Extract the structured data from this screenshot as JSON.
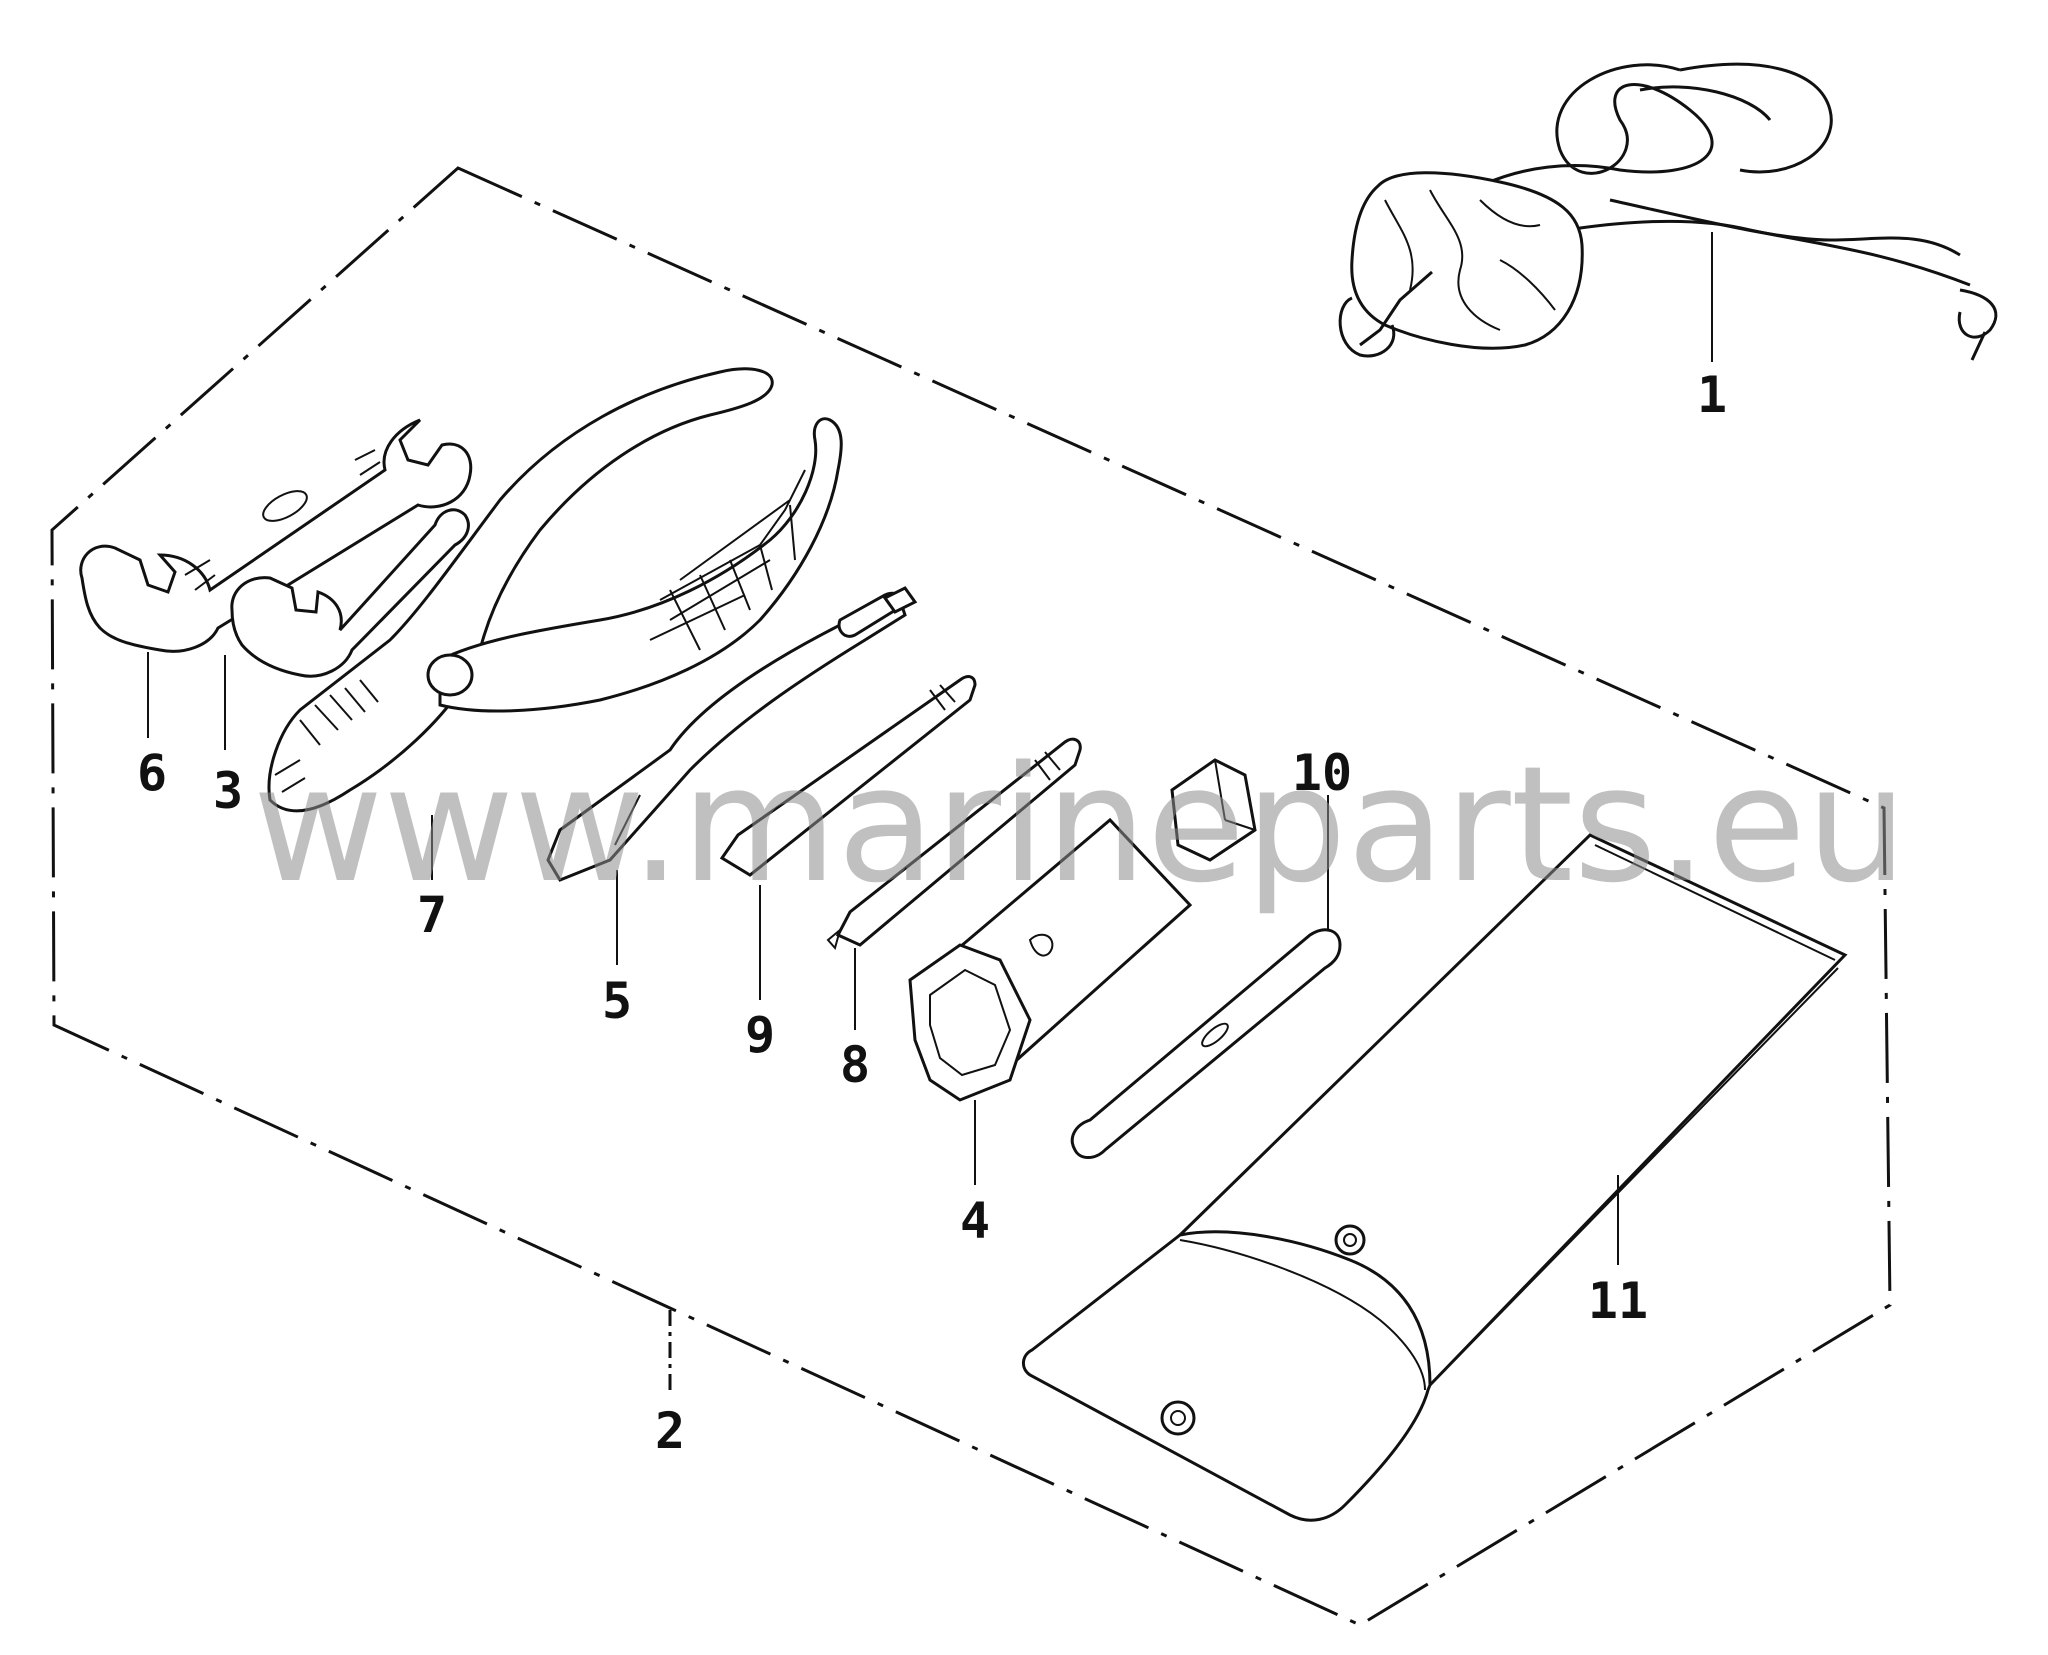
{
  "labels": {
    "p1": "1",
    "p2": "2",
    "p3": "3",
    "p4": "4",
    "p5": "5",
    "p6": "6",
    "p7": "7",
    "p8": "8",
    "p9": "9",
    "p10": "10",
    "p11": "11"
  },
  "watermark": "www.marineparts.eu",
  "colors": {
    "ink": "#111111",
    "watermark": "#8c8c8c"
  }
}
